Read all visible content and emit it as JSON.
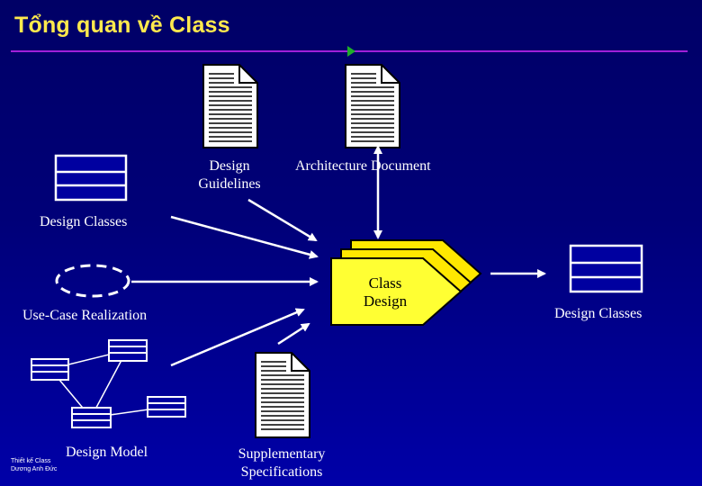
{
  "slide": {
    "title": "Tổng quan về Class"
  },
  "diagram": {
    "inputs": {
      "design_guidelines": "Design Guidelines",
      "architecture_document": "Architecture Document",
      "design_classes": "Design Classes",
      "use_case_realization": "Use-Case Realization",
      "design_model": "Design Model",
      "supplementary_specifications": "Supplementary Specifications"
    },
    "activity": "Class Design",
    "output": "Design Classes"
  },
  "footer": {
    "line1": "Thiết kế Class",
    "line2": "Dương Anh Đức"
  },
  "colors": {
    "title": "#ffe94d",
    "rule": "#a020d8",
    "activity_fill": "#ffff00",
    "text": "#ffffff"
  }
}
